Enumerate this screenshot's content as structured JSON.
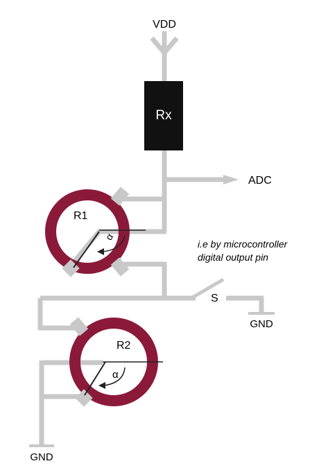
{
  "labels": {
    "vdd": "VDD",
    "rx": "Rx",
    "adc": "ADC",
    "r1": "R1",
    "r2": "R2",
    "alpha1": "α",
    "alpha2": "α",
    "switch": "S",
    "gnd_switch": "GND",
    "gnd_bottom": "GND",
    "note_line1": "i.e by microcontroller",
    "note_line2": "digital output pin"
  },
  "colors": {
    "wire": "#c8c8c8",
    "resistor": "#111111",
    "potentiometer": "#8b1a3a",
    "text": "#000000"
  }
}
